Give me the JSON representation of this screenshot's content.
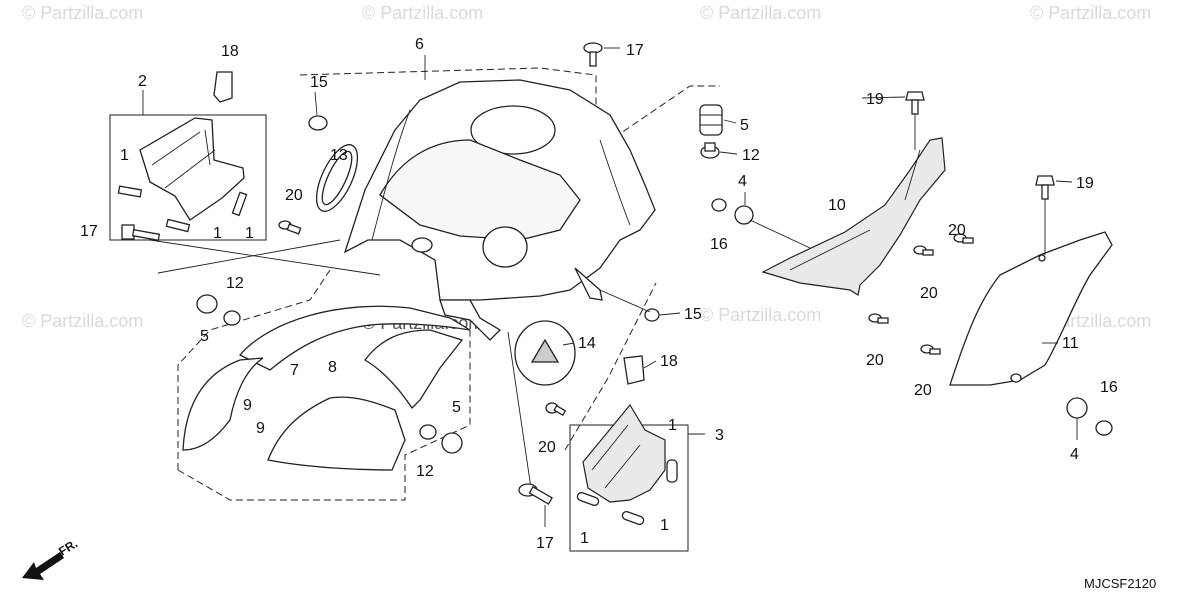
{
  "diagram": {
    "diagram_code": "MJCSF2120",
    "direction_label": "FR.",
    "watermark_text": "© Partzilla.com",
    "callouts": [
      "1",
      "2",
      "3",
      "4",
      "5",
      "6",
      "7",
      "8",
      "9",
      "10",
      "11",
      "12",
      "13",
      "14",
      "15",
      "16",
      "17",
      "18",
      "19",
      "20"
    ],
    "colors": {
      "line": "#222222",
      "shade": "#e9e9e9",
      "watermark": "#d9d9d9"
    }
  }
}
